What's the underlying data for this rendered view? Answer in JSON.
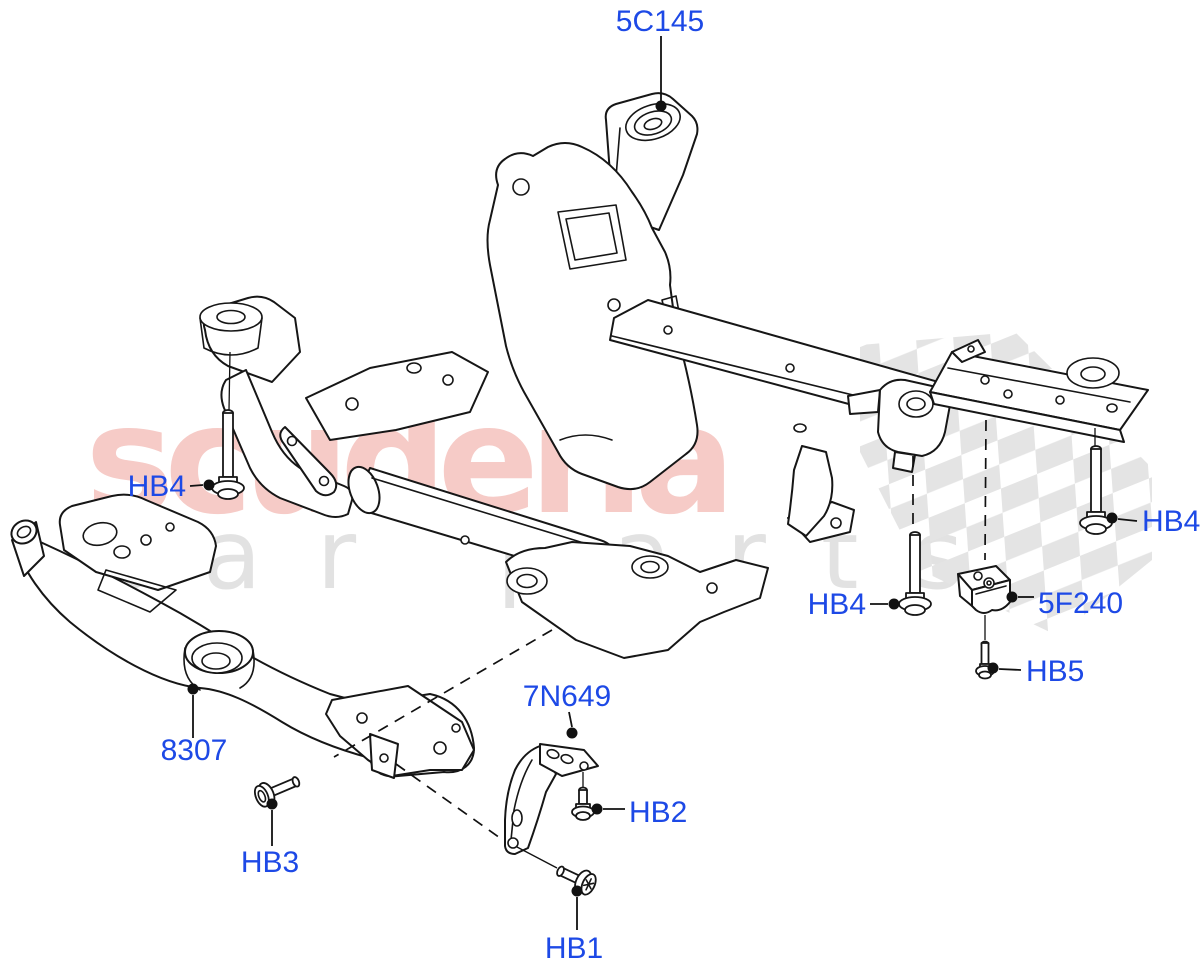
{
  "page": {
    "description": "Front subframe and crossmember exploded parts diagram",
    "background": "#ffffff"
  },
  "colors": {
    "callout_blue": "#1d49e6",
    "line_black": "#161616",
    "watermark_pink": "#f6cbc7",
    "watermark_gray": "#e2e2e2",
    "checker_gray": "#e4e4e4"
  },
  "watermark": {
    "brand": "scuderia",
    "tagline": "car parts"
  },
  "parts": {
    "engine_mount": "5C145",
    "subframe": "front subframe crossmember",
    "front_crossmember": "8307",
    "support_bracket": "7N649",
    "mount_block": "5F240"
  },
  "callouts": [
    {
      "part_number": "5C145"
    },
    {
      "part_number": "HB4"
    },
    {
      "part_number": "8307"
    },
    {
      "part_number": "HB3"
    },
    {
      "part_number": "HB1"
    },
    {
      "part_number": "7N649"
    },
    {
      "part_number": "HB2"
    },
    {
      "part_number": "HB4"
    },
    {
      "part_number": "5F240"
    },
    {
      "part_number": "HB5"
    },
    {
      "part_number": "HB4"
    }
  ]
}
